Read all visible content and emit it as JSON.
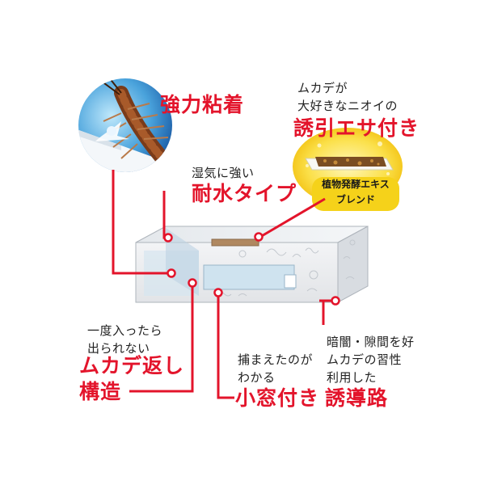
{
  "features": {
    "adhesive": {
      "title": "強力粘着"
    },
    "bait": {
      "line1": "ムカデが",
      "line2": "大好きなニオイの",
      "title": "誘引エサ付き"
    },
    "badge": {
      "line1": "植物発酵エキス",
      "line2": "ブレンド"
    },
    "waterproof": {
      "line1": "湿気に強い",
      "title": "耐水タイプ"
    },
    "noescape": {
      "line1": "一度入ったら",
      "line2": "出られない",
      "title1": "ムカデ返し",
      "title2": "構造"
    },
    "window": {
      "line1": "捕まえたのが",
      "line2": "わかる",
      "title": "小窓付き"
    },
    "guide": {
      "line1": "暗闇・隙間を好",
      "line2": "ムカデの習性",
      "line3": "利用した",
      "title": "誘導路"
    }
  },
  "colors": {
    "accent_red": "#e3142b",
    "text": "#222222",
    "badge_yellow": "#f5d21a"
  }
}
